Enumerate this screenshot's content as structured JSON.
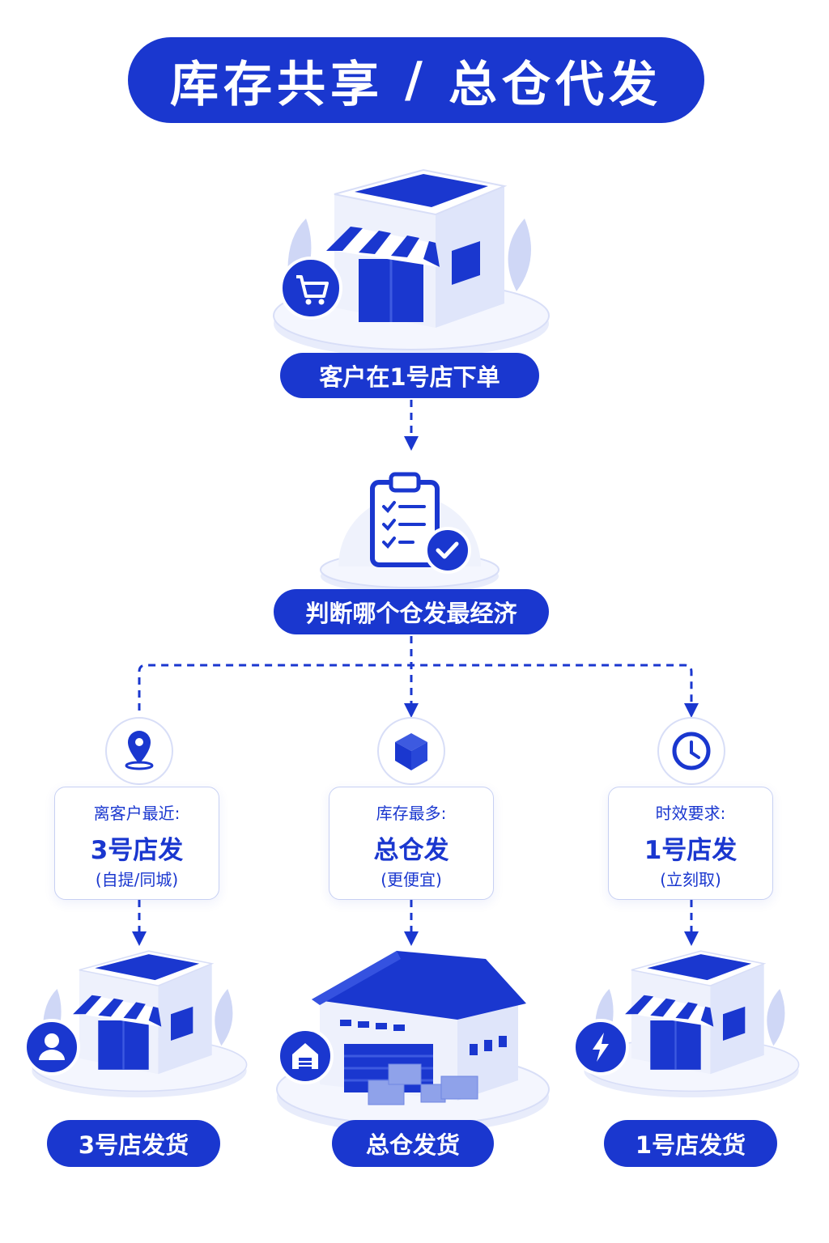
{
  "title": {
    "left": "库存共享",
    "slash": "/",
    "right": "总仓代发"
  },
  "steps": {
    "order": "客户在1号店下单",
    "decide": "判断哪个仓发最经济"
  },
  "options": [
    {
      "label": "离客户最近:",
      "main": "3号店发",
      "note": "(自提/同城)",
      "icon": "location-pin-icon",
      "badge": "person-icon"
    },
    {
      "label": "库存最多:",
      "main": "总仓发",
      "note": "(更便宜)",
      "icon": "box-icon",
      "badge": "warehouse-icon"
    },
    {
      "label": "时效要求:",
      "main": "1号店发",
      "note": "(立刻取)",
      "icon": "clock-icon",
      "badge": "lightning-icon"
    }
  ],
  "results": {
    "left": "3号店发货",
    "mid": "总仓发货",
    "right": "1号店发货"
  },
  "colors": {
    "accent": "#1a37cf",
    "light": "#eef1fc",
    "mid": "#c7d0f3"
  }
}
